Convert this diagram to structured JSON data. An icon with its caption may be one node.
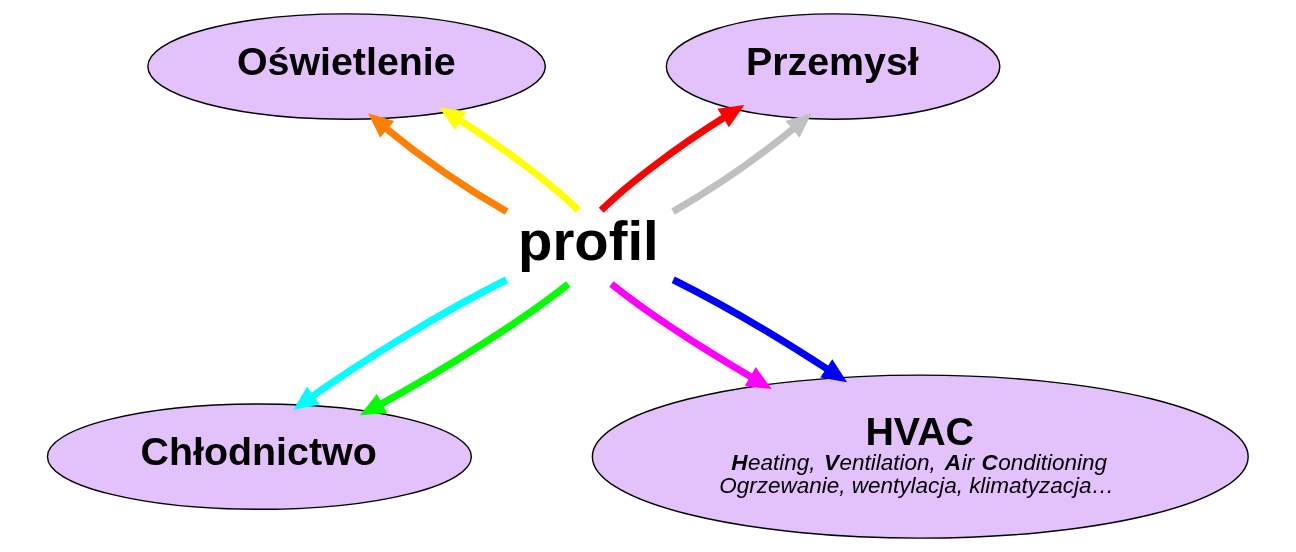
{
  "diagram": {
    "nodes": [
      {
        "text": [
          "Oświetlenie"
        ]
      },
      {
        "text": [
          "Przemysł"
        ]
      },
      {
        "text": [
          "profil"
        ]
      },
      {
        "text": [
          "Chłodnictwo"
        ]
      },
      {
        "text": [
          "HVAC",
          "**H**eating, **V**entilation, **A**ir **C**onditioning",
          "Ogrzewanie, wentylacja, klimatyzacja…"
        ]
      }
    ],
    "edges": [
      {
        "from": 2,
        "to": 0,
        "arrow": "to",
        "color": "#ff8000"
      },
      {
        "from": 2,
        "to": 1,
        "arrow": "to",
        "color": "#ff0000"
      },
      {
        "from": 2,
        "to": 1,
        "arrow": "to",
        "color": "#c0c0c0"
      },
      {
        "from": 2,
        "to": 4,
        "arrow": "to",
        "color": "#ff00ff"
      },
      {
        "from": 2,
        "to": 4,
        "arrow": "to",
        "color": "#0000ff"
      },
      {
        "from": 2,
        "to": 3,
        "arrow": "to",
        "color": "#00ffff"
      },
      {
        "from": 2,
        "to": 3,
        "arrow": "to",
        "color": "#00ff00"
      },
      {
        "from": 2,
        "to": 0,
        "arrow": "to",
        "color": "#ffff00"
      }
    ]
  }
}
